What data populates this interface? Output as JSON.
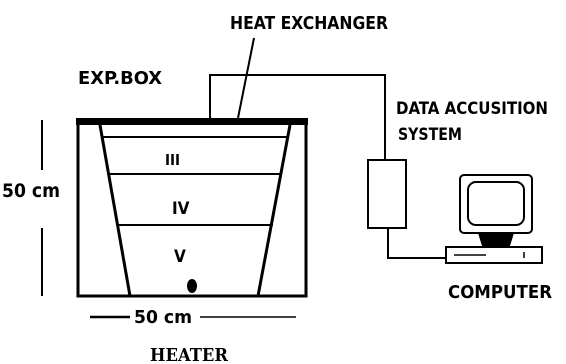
{
  "labels": {
    "heat_exchanger": "HEAT EXCHANGER",
    "exp_box": "EXP.BOX",
    "data_system_line1": "DATA ACCUSITION",
    "data_system_line2": "SYSTEM",
    "height": "50 cm",
    "width": "50 cm",
    "layer_3": "III",
    "layer_4": "IV",
    "layer_5": "V",
    "computer": "COMPUTER",
    "heater": "HEATER"
  },
  "colors": {
    "ink": "#000000",
    "background": "#ffffff"
  }
}
